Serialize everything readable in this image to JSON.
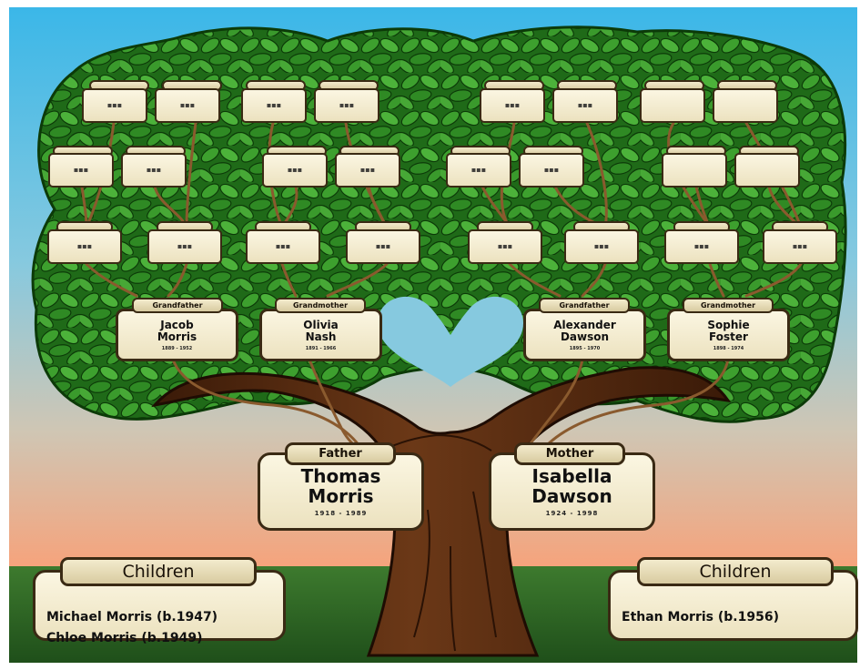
{
  "parents": {
    "father": {
      "role": "Father",
      "name_line1": "Thomas",
      "name_line2": "Morris",
      "dates": "1918 - 1989"
    },
    "mother": {
      "role": "Mother",
      "name_line1": "Isabella",
      "name_line2": "Dawson",
      "dates": "1924 - 1998"
    }
  },
  "grandparents": [
    {
      "role": "Grandfather",
      "name_line1": "Jacob",
      "name_line2": "Morris",
      "dates": "1889 - 1952"
    },
    {
      "role": "Grandmother",
      "name_line1": "Olivia",
      "name_line2": "Nash",
      "dates": "1891 - 1966"
    },
    {
      "role": "Grandfather",
      "name_line1": "Alexander",
      "name_line2": "Dawson",
      "dates": "1895 - 1970"
    },
    {
      "role": "Grandmother",
      "name_line1": "Sophie",
      "name_line2": "Foster",
      "dates": "1898 - 1974"
    }
  ],
  "children_left": {
    "title": "Children",
    "members": [
      "Michael Morris (b.1947)",
      "Chloe Morris (b.1949)"
    ]
  },
  "children_right": {
    "title": "Children",
    "members": [
      "Ethan Morris (b.1956)"
    ]
  },
  "colors": {
    "sky_top": "#3bb7e8",
    "sky_bottom": "#f7a27a",
    "grass": "#2f6a28",
    "leaves": "#2e8a22",
    "trunk": "#5a2d10",
    "card_fill": "#f6efd3",
    "card_border": "#3a2a14"
  },
  "icons": {
    "tree": "family-tree-icon",
    "heart_gap": "heart-shape-icon"
  }
}
